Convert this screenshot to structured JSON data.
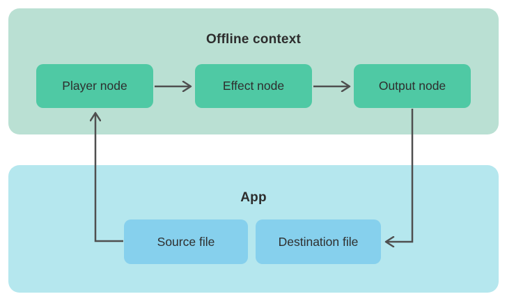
{
  "offline_context": {
    "title": "Offline context",
    "nodes": [
      {
        "label": "Player node"
      },
      {
        "label": "Effect node"
      },
      {
        "label": "Output node"
      }
    ],
    "bg_color": "#bae0d3",
    "node_color": "#4fc9a4"
  },
  "app": {
    "title": "App",
    "nodes": [
      {
        "label": "Source file"
      },
      {
        "label": "Destination file"
      }
    ],
    "bg_color": "#b5e7ee",
    "node_color": "#86d0ed"
  },
  "connections": [
    {
      "from": "Player node",
      "to": "Effect node"
    },
    {
      "from": "Effect node",
      "to": "Output node"
    },
    {
      "from": "Output node",
      "to": "Destination file"
    },
    {
      "from": "Source file",
      "to": "Player node"
    }
  ],
  "colors": {
    "arrow": "#4f4f4f",
    "text": "#2d2d2d",
    "canvas_bg": "#ffffff"
  }
}
